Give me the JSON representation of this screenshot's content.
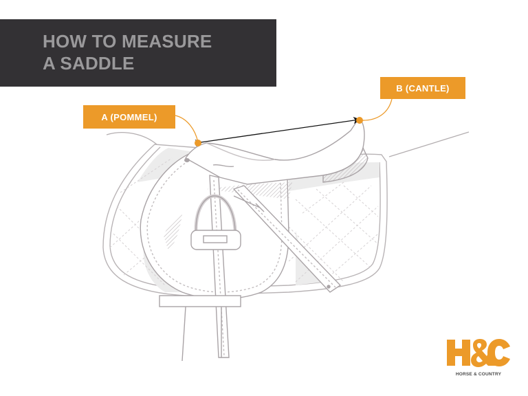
{
  "title": {
    "line1": "HOW TO MEASURE",
    "line2": "A SADDLE"
  },
  "callouts": {
    "a": {
      "label": "A (POMMEL)"
    },
    "b": {
      "label": "B (CANTLE)"
    }
  },
  "measurement": {
    "from": "pommel",
    "to": "cantle",
    "arrow": "double-headed"
  },
  "logo": {
    "mark": "H&C",
    "wordmark": "HORSE & COUNTRY"
  },
  "colors": {
    "banner_bg": "#333134",
    "title_text": "#9a999b",
    "accent_orange": "#ec9a29",
    "line_gray": "#b3aeb0",
    "fill_gray": "#ececec",
    "arrow": "#111111"
  }
}
